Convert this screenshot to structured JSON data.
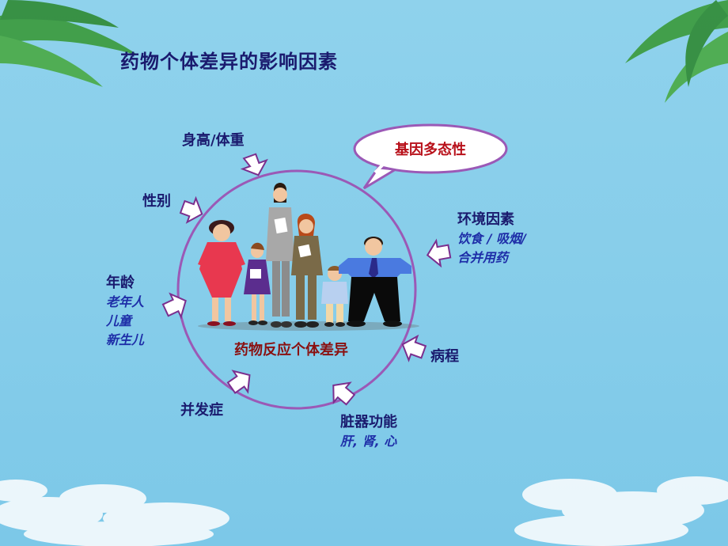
{
  "title": "药物个体差异的影响因素",
  "bubble": "基因多态性",
  "center": "药物反应个体差异",
  "factors": {
    "height_weight": "身高/体重",
    "sex": "性别",
    "age": {
      "label": "年龄",
      "items": [
        "老年人",
        "儿童",
        "新生儿"
      ]
    },
    "complication": "并发症",
    "organ": {
      "label": "脏器功能",
      "items": [
        "肝, 肾, 心"
      ]
    },
    "course": "病程",
    "environment": {
      "label": "环境因素",
      "items": [
        "饮食 / 吸烟/",
        "合并用药"
      ]
    }
  },
  "colors": {
    "circle": "#9b59b6",
    "arrow": "#7b2f8e",
    "title": "#1a1a6e",
    "bubble_text": "#b8101a",
    "center_text": "#8a1010"
  }
}
